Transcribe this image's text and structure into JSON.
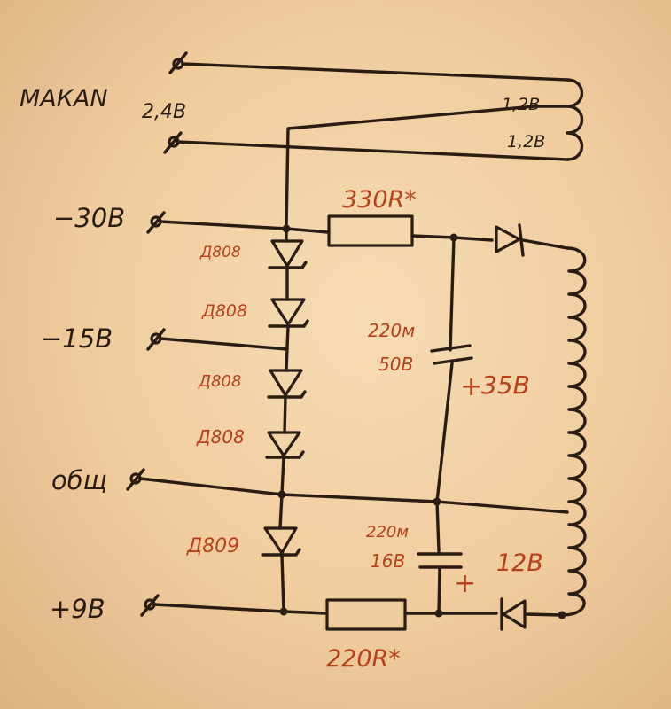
{
  "colors": {
    "paper": "#f2d4a6",
    "ink": "#2a1c12",
    "red_ink": "#b8401c"
  },
  "labels": {
    "makan": "МАКАN",
    "v24": "2,4В",
    "winding_top": "1,2В",
    "winding_bottom": "1,2В",
    "term_m30": "−30В",
    "term_m15": "−15В",
    "term_common": "общ",
    "term_p9": "+9В",
    "r_top": "330R*",
    "r_bottom": "220R*",
    "d1": "Д808",
    "d2": "Д808",
    "d3": "Д808",
    "d4": "Д808",
    "d5": "Д809",
    "c1_value": "220м",
    "c1_voltage": "50В",
    "c1_plus": "+",
    "v35": "35В",
    "c2_value": "220м",
    "c2_voltage": "16В",
    "c2_plus": "+",
    "v12": "12В"
  }
}
